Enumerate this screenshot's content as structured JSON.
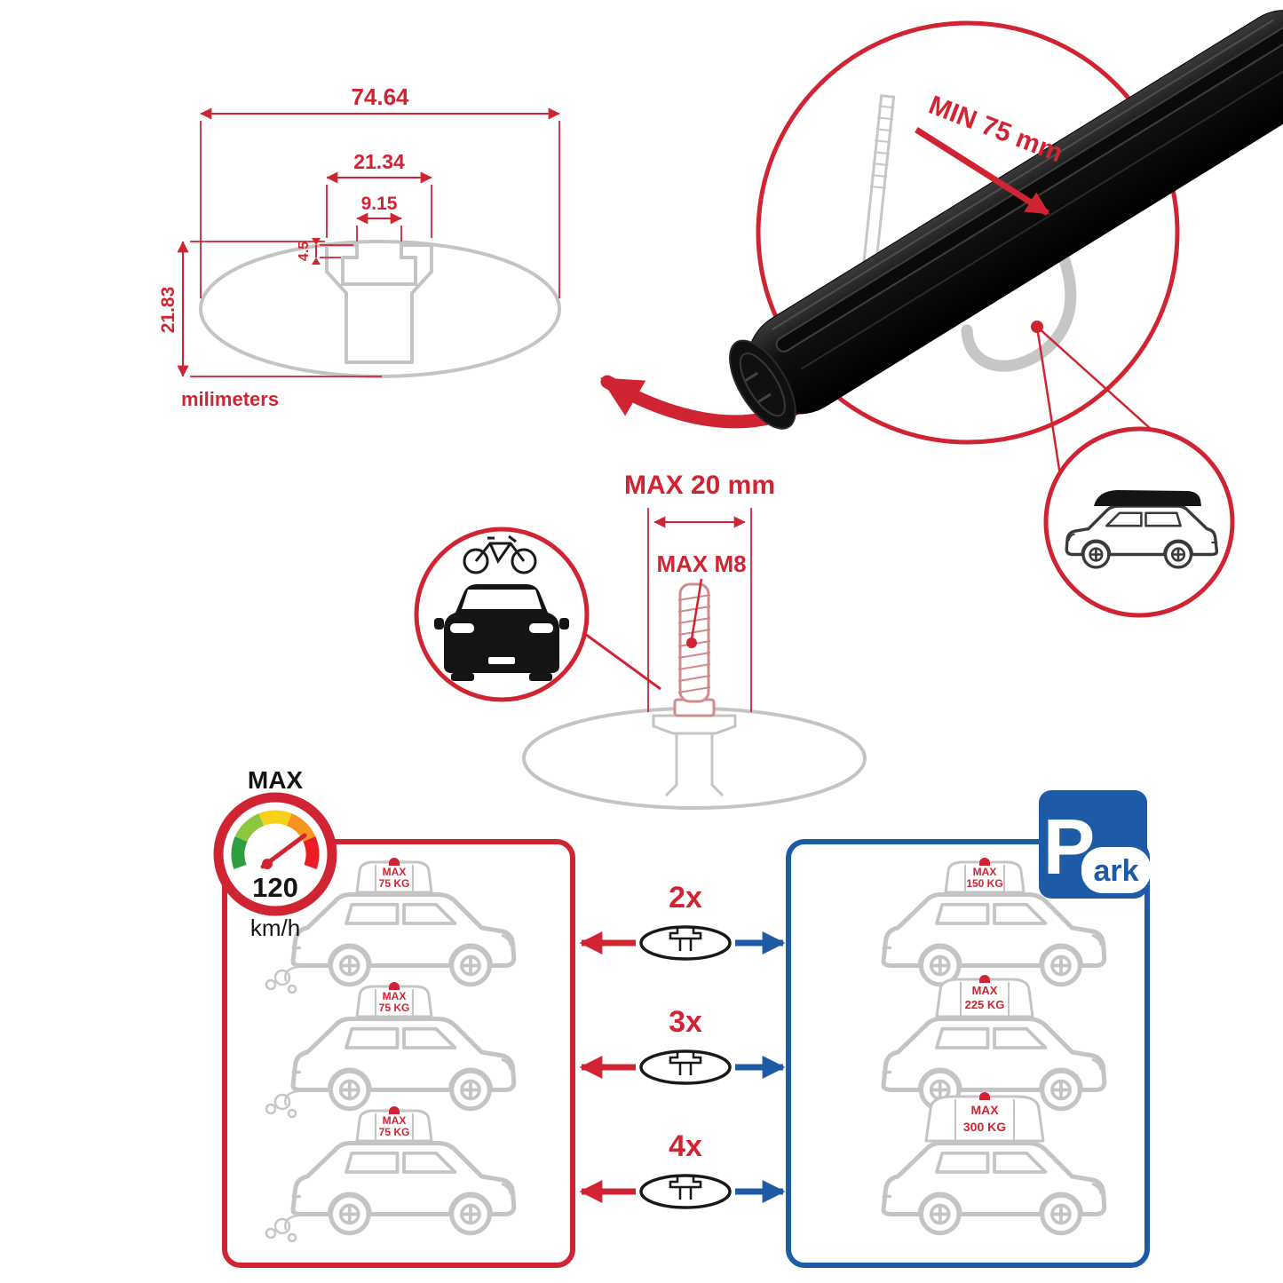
{
  "colors": {
    "red": "#d12433",
    "blue": "#1d5ba6",
    "gray": "#c4c4c4",
    "ink": "#141414",
    "bolt": "#d08a8a",
    "gauge1": "#2f9e41",
    "gauge2": "#8dc63f",
    "gauge3": "#f7d117",
    "gauge4": "#f7941d",
    "gauge5": "#ed1c24"
  },
  "dimension_diagram": {
    "total_width": "74.64",
    "channel_width": "21.34",
    "slot_width": "9.15",
    "slot_depth": "4.5",
    "profile_height": "21.83",
    "units": "milimeters"
  },
  "clamp_detail": {
    "min_grip": "MIN 75 mm"
  },
  "bolt_detail": {
    "max_length": "MAX 20 mm",
    "max_thread": "MAX M8"
  },
  "speed_gauge": {
    "label": "MAX",
    "value": "120",
    "unit": "km/h"
  },
  "capacity": {
    "moving_cars": [
      {
        "limit": "MAX",
        "weight": "75 KG"
      },
      {
        "limit": "MAX",
        "weight": "75 KG"
      },
      {
        "limit": "MAX",
        "weight": "75 KG"
      }
    ],
    "multipliers": [
      "2x",
      "3x",
      "4x"
    ],
    "parked_cars": [
      {
        "limit": "MAX",
        "weight": "150 KG"
      },
      {
        "limit": "MAX",
        "weight": "225 KG"
      },
      {
        "limit": "MAX",
        "weight": "300 KG"
      }
    ],
    "park_sign": {
      "letter": "P",
      "rest": "ark"
    }
  }
}
